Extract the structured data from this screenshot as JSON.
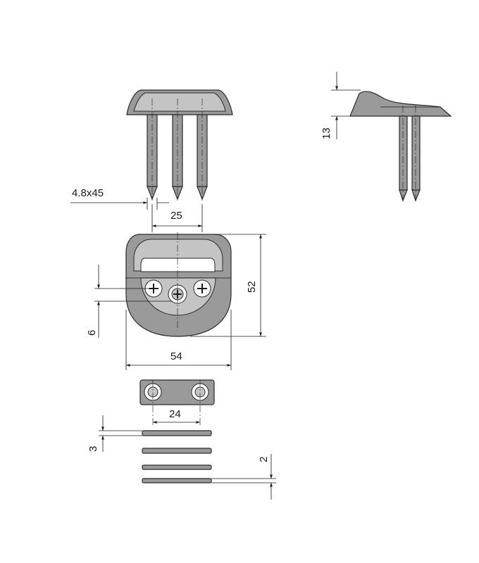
{
  "dimensions": {
    "pin_size": "4.8x45",
    "pin_spacing": "25",
    "height_side": "13",
    "body_height": "52",
    "offset": "6",
    "body_width": "54",
    "plate_spacing": "24",
    "plate_thick": "3",
    "shim_thick": "2"
  },
  "colors": {
    "part_fill": "#9a9a9a",
    "part_light": "#c4c4c4",
    "line": "#1a1a1a"
  }
}
